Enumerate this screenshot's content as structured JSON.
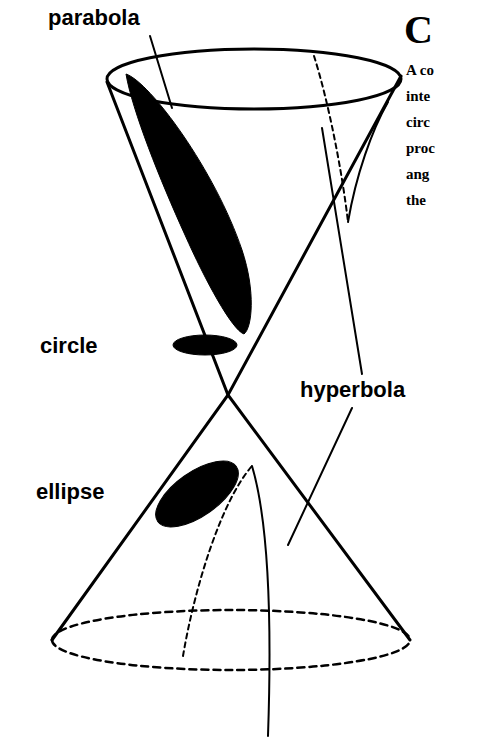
{
  "diagram": {
    "labels": [
      "parabola",
      "circle",
      "ellipse",
      "hyperbola",
      "C",
      "A co",
      "inte",
      "circ",
      "proc",
      "ang",
      "the"
    ]
  }
}
